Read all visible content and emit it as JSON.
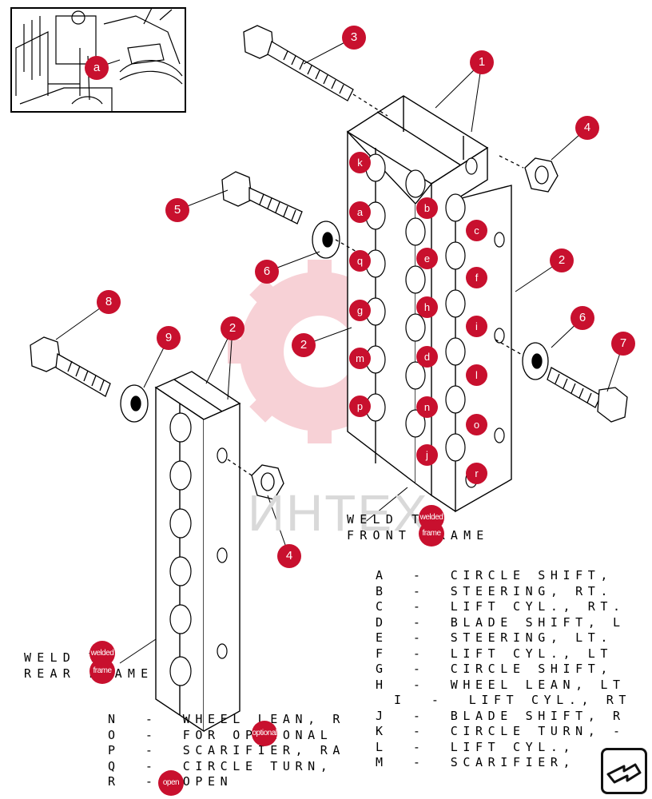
{
  "watermark_text": "ИНТЕХ",
  "inset_callout": "a",
  "callouts": {
    "c1": "1",
    "c2a": "2",
    "c2b": "2",
    "c2c": "2",
    "c3": "3",
    "c4a": "4",
    "c4b": "4",
    "c5": "5",
    "c6a": "6",
    "c6b": "6",
    "c7": "7",
    "c8": "8",
    "c9": "9"
  },
  "port_labels": {
    "k": "k",
    "a": "a",
    "q": "q",
    "g": "g",
    "m": "m",
    "p": "p",
    "b": "b",
    "e": "e",
    "h": "h",
    "d": "d",
    "n": "n",
    "j": "j",
    "c": "c",
    "f": "f",
    "i": "i",
    "l": "l",
    "o": "o",
    "r": "r"
  },
  "front_label": {
    "line1": "WELD TO",
    "line2": "FRONT FRAME",
    "marker1": "welded",
    "marker2": "frame"
  },
  "rear_label": {
    "line1": "WELD TO",
    "line2": "REAR FRAME",
    "marker1": "welded",
    "marker2": "frame"
  },
  "legend_right": [
    "A  -  CIRCLE SHIFT,",
    "B  -  STEERING, RT.",
    "C  -  LIFT CYL., RT.",
    "D  -  BLADE SHIFT, L",
    "E  -  STEERING, LT.",
    "F  -  LIFT CYL., LT",
    "G  -  CIRCLE SHIFT,",
    "H  -  WHEEL LEAN, LT",
    "I  -  LIFT CYL., RT",
    "J  -  BLADE SHIFT, R",
    "K  -  CIRCLE TURN, -",
    "L  -  LIFT CYL.,",
    "M  -  SCARIFIER,"
  ],
  "legend_left": [
    "N  -  WHEEL LEAN, R",
    "O  -  FOR OPTIONAL",
    "P  -  SCARIFIER, RA",
    "Q  -  CIRCLE TURN,",
    "R  -  OPEN"
  ],
  "legend_markers": {
    "optional": "optional",
    "open": "open"
  }
}
